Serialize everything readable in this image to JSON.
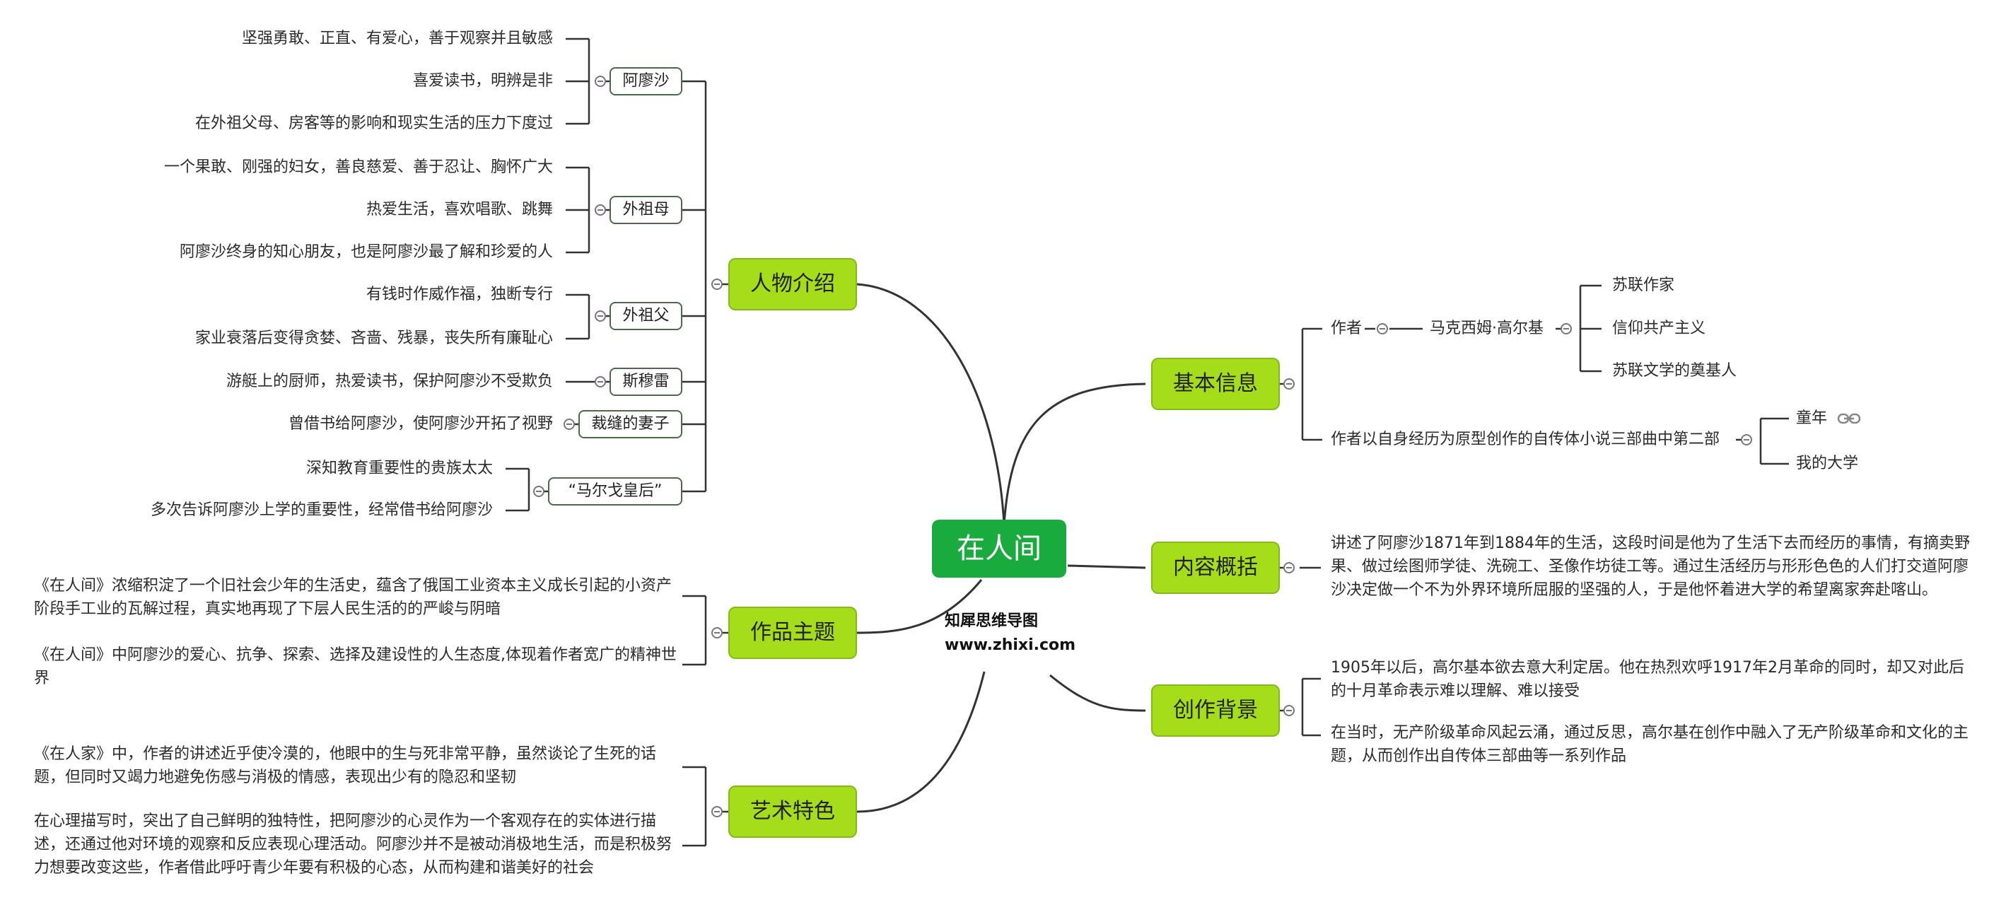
{
  "root": {
    "label": "在人间"
  },
  "watermark": {
    "line1": "知犀思维导图",
    "line2": "www.zhixi.com"
  },
  "characters": {
    "label": "人物介绍",
    "alyosha": {
      "label": "阿廖沙",
      "items": [
        "坚强勇敢、正直、有爱心，善于观察并且敏感",
        "喜爱读书，明辨是非",
        "在外祖父母、房客等的影响和现实生活的压力下度过"
      ]
    },
    "grandma": {
      "label": "外祖母",
      "items": [
        "一个果敢、刚强的妇女，善良慈爱、善于忍让、胸怀广大",
        "热爱生活，喜欢唱歌、跳舞",
        "阿廖沙终身的知心朋友，也是阿廖沙最了解和珍爱的人"
      ]
    },
    "grandpa": {
      "label": "外祖父",
      "items": [
        "有钱时作威作福，独断专行",
        "家业衰落后变得贪婪、吝啬、残暴，丧失所有廉耻心"
      ]
    },
    "smury": {
      "label": "斯穆雷",
      "items": [
        "游艇上的厨师，热爱读书，保护阿廖沙不受欺负"
      ]
    },
    "tailorwife": {
      "label": "裁缝的妻子",
      "items": [
        "曾借书给阿廖沙，使阿廖沙开拓了视野"
      ]
    },
    "queen": {
      "label": "“马尔戈皇后”",
      "items": [
        "深知教育重要性的贵族太太",
        "多次告诉阿廖沙上学的重要性，经常借书给阿廖沙"
      ]
    }
  },
  "theme": {
    "label": "作品主题",
    "items": [
      "《在人间》浓缩积淀了一个旧社会少年的生活史，蕴含了俄国工业资本主义成长引起的小资产阶段手工业的瓦解过程，真实地再现了下层人民生活的的严峻与阴暗",
      "《在人间》中阿廖沙的爱心、抗争、探索、选择及建设性的人生态度,体现着作者宽广的精神世界"
    ]
  },
  "art": {
    "label": "艺术特色",
    "items": [
      "《在人家》中，作者的讲述近乎使冷漠的，他眼中的生与死非常平静，虽然谈论了生死的话题，但同时又竭力地避免伤感与消极的情感，表现出少有的隐忍和坚韧",
      "在心理描写时，突出了自己鲜明的独特性，把阿廖沙的心灵作为一个客观存在的实体进行描述，还通过他对环境的观察和反应表现心理活动。阿廖沙并不是被动消极地生活，而是积极努力想要改变这些，作者借此呼吁青少年要有积极的心态，从而构建和谐美好的社会"
    ]
  },
  "basic": {
    "label": "基本信息",
    "author_label": "作者",
    "author_name": "马克西姆·高尔基",
    "author_items": [
      "苏联作家",
      "信仰共产主义",
      "苏联文学的奠基人"
    ],
    "trilogy": "作者以自身经历为原型创作的自传体小说三部曲中第二部",
    "trilogy_items": [
      "童年",
      "我的大学"
    ],
    "link_icon": "link-icon"
  },
  "summary": {
    "label": "内容概括",
    "text": "讲述了阿廖沙1871年到1884年的生活，这段时间是他为了生活下去而经历的事情，有摘卖野果、做过绘图师学徒、洗碗工、圣像作坊徒工等。通过生活经历与形形色色的人们打交道阿廖沙决定做一个不为外界环境所屈服的坚强的人，于是他怀着进大学的希望离家奔赴喀山。"
  },
  "background": {
    "label": "创作背景",
    "items": [
      "1905年以后，高尔基本欲去意大利定居。他在热烈欢呼1917年2月革命的同时，却又对此后的十月革命表示难以理解、难以接受",
      "在当时，无产阶级革命风起云涌，通过反思，高尔基在创作中融入了无产阶级革命和文化的主题，从而创作出自传体三部曲等一系列作品"
    ]
  },
  "colors": {
    "root": "#1aab3f",
    "main": "#a6dd1b",
    "line": "#333333"
  }
}
